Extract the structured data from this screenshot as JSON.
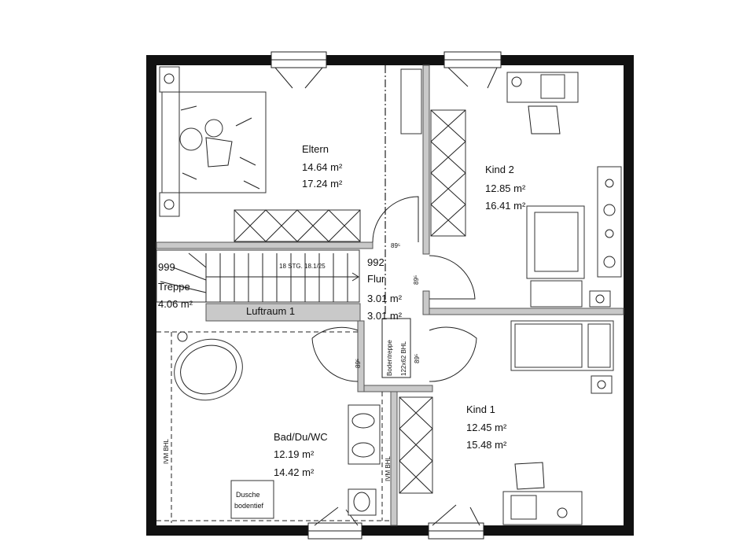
{
  "rooms": {
    "eltern": {
      "name": "Eltern",
      "area1": "14.64 m²",
      "area2": "17.24 m²"
    },
    "kind2": {
      "name": "Kind 2",
      "area1": "12.85 m²",
      "area2": "16.41 m²"
    },
    "kind1": {
      "name": "Kind 1",
      "area1": "12.45 m²",
      "area2": "15.48 m²"
    },
    "bad": {
      "name": "Bad/Du/WC",
      "area1": "12.19 m²",
      "area2": "14.42 m²"
    },
    "flur": {
      "code": "992",
      "name": "Flur",
      "area1": "3.01 m²",
      "area2": "3.01 m²"
    },
    "treppe": {
      "code": "999",
      "name": "Treppe",
      "area1": "4.06 m²"
    }
  },
  "labels": {
    "luftraum": "Luftraum 1",
    "stairs": "18 STG. 18.1/25",
    "bodentreppe_line1": "Bodentreppe",
    "bodentreppe_line2": "122x62 BHL",
    "vm_bhl_left": "IVM BHL",
    "vm_bhl_right": "IVM BHL",
    "dusche_line1": "Dusche",
    "dusche_line2": "bodentief",
    "door_width_top": "89⁵",
    "door_width_right": "89⁵",
    "door_width_left": "89⁵",
    "door_width_mid": "89⁵"
  }
}
